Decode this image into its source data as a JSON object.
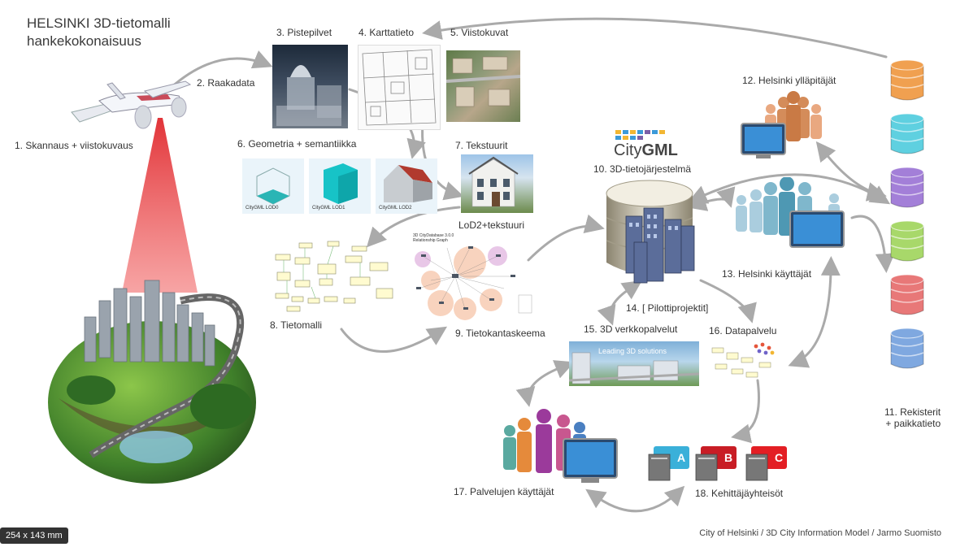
{
  "title": {
    "line1": "HELSINKI 3D-tietomalli",
    "line2": "hankekokonaisuus"
  },
  "labels": {
    "scan": "1. Skannaus + viistokuvaus",
    "raw": "2. Raakadata",
    "points": "3. Pistepilvet",
    "map": "4. Karttatieto",
    "oblique": "5. Viistokuvat",
    "geometry": "6. Geometria + semantiikka",
    "textures": "7. Tekstuurit",
    "model": "8. Tietomalli",
    "schema": "9. Tietokantaskeema",
    "system": "10. 3D-tietojärjestelmä",
    "registers_1": "11. Rekisterit",
    "registers_2": "+ paikkatieto",
    "maintainers": "12. Helsinki ylläpitäjät",
    "users": "13. Helsinki käyttäjät",
    "pilot": "14. [ Pilottiprojektit]",
    "web": "15. 3D verkkopalvelut",
    "dataservice": "16. Datapalvelu",
    "serviceusers": "17. Palvelujen käyttäjät",
    "developers": "18. Kehittäjäyhteisöt",
    "lod2tex": "LoD2+tekstuuri"
  },
  "lod": {
    "lod0": "CityGML LOD0",
    "lod1": "CityGML LOD1",
    "lod2": "CityGML LOD2"
  },
  "citygml": {
    "prefix": "City",
    "suffix": "GML"
  },
  "web_banner": "Leading 3D solutions",
  "schema_caption": {
    "line1": "3D CityDatabase 3.0.0",
    "line2": "Relationship Graph"
  },
  "badges": {
    "a": "A",
    "b": "B",
    "c": "C"
  },
  "registers": {
    "colors": [
      "#f0a050",
      "#5fd0e0",
      "#a37fd8",
      "#a8d86a",
      "#e87878",
      "#7fa8e0"
    ]
  },
  "footer": {
    "credit": "City of Helsinki / 3D City Information Model / Jarmo Suomisto",
    "dimensions": "254 x 143 mm"
  }
}
